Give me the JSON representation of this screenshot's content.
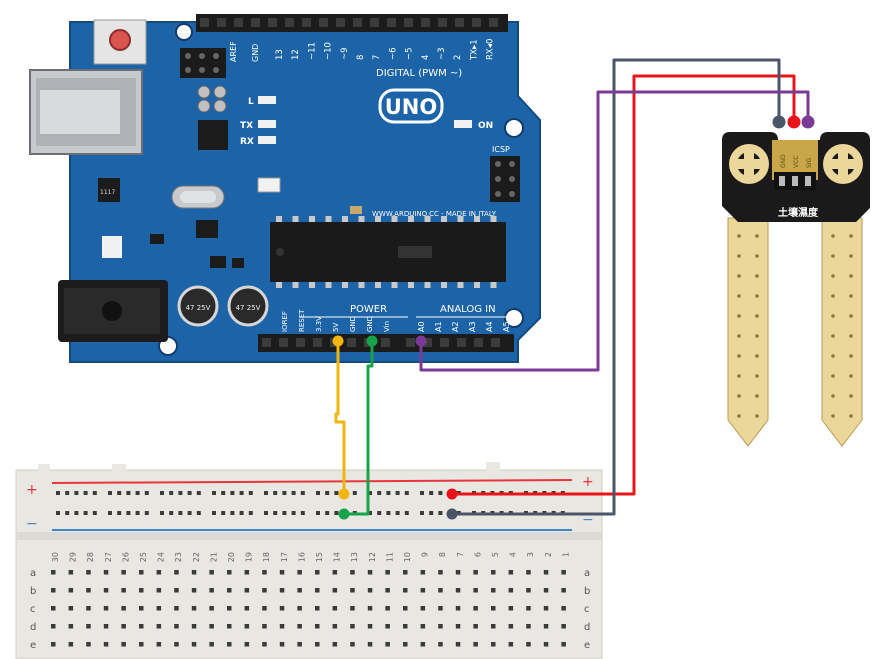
{
  "colors": {
    "board": "#1d63a8",
    "board_dark": "#134a82",
    "header": "#1b1b1b",
    "breadboard": "#e9e7e2",
    "rail_red": "#e8363c",
    "rail_blue": "#3f86c8",
    "sensor_pcb": "#1a1a1a",
    "probe": "#ecd79a",
    "wire_yellow": "#f2b50a",
    "wire_green": "#17a34a",
    "wire_red": "#e8141a",
    "wire_gray": "#4a5568",
    "wire_purple": "#7a3a96"
  },
  "arduino": {
    "model_logo": "UNO",
    "digital_label": "DIGITAL (PWM ~)",
    "aref": "AREF",
    "gnd": "GND",
    "digital_pins": [
      "13",
      "12",
      "~11",
      "~10",
      "~9",
      "8",
      "7",
      "~6",
      "~5",
      "4",
      "~3",
      "2",
      "TX▸1",
      "RX◂0"
    ],
    "led_l": "L",
    "led_tx": "TX",
    "led_rx": "RX",
    "led_on": "ON",
    "icsp": "ICSP",
    "website": "WWW.ARDUINO.CC - MADE IN ITALY",
    "power_label": "POWER",
    "power_pins": [
      "IOREF",
      "RESET",
      "3.3V",
      "5V",
      "GND",
      "GND",
      "Vin"
    ],
    "analog_label": "ANALOG IN",
    "analog_pins": [
      "A0",
      "A1",
      "A2",
      "A3",
      "A4",
      "A5"
    ],
    "capacitor_text": "47 25V",
    "regulator_text": "1117"
  },
  "sensor": {
    "name": "土壤濕度",
    "pins": [
      "GND",
      "VCC",
      "SIG"
    ]
  },
  "breadboard": {
    "plus": "+",
    "minus": "−",
    "columns": [
      "30",
      "29",
      "28",
      "27",
      "26",
      "25",
      "24",
      "23",
      "22",
      "21",
      "20",
      "19",
      "18",
      "17",
      "16",
      "15",
      "14",
      "13",
      "12",
      "11",
      "10",
      "9",
      "8",
      "7",
      "6",
      "5",
      "4",
      "3",
      "2",
      "1"
    ],
    "rows": [
      "a",
      "b",
      "c",
      "d",
      "e"
    ]
  },
  "wires": [
    {
      "name": "wire-5v",
      "from": "5V",
      "to": "breadboard +",
      "color": "yellow"
    },
    {
      "name": "wire-gnd",
      "from": "GND",
      "to": "breadboard −",
      "color": "green"
    },
    {
      "name": "wire-vcc",
      "from": "sensor VCC",
      "to": "breadboard +",
      "color": "red"
    },
    {
      "name": "wire-sensor-gnd",
      "from": "sensor GND",
      "to": "breadboard −",
      "color": "gray"
    },
    {
      "name": "wire-signal",
      "from": "sensor SIG",
      "to": "A0",
      "color": "purple"
    }
  ]
}
